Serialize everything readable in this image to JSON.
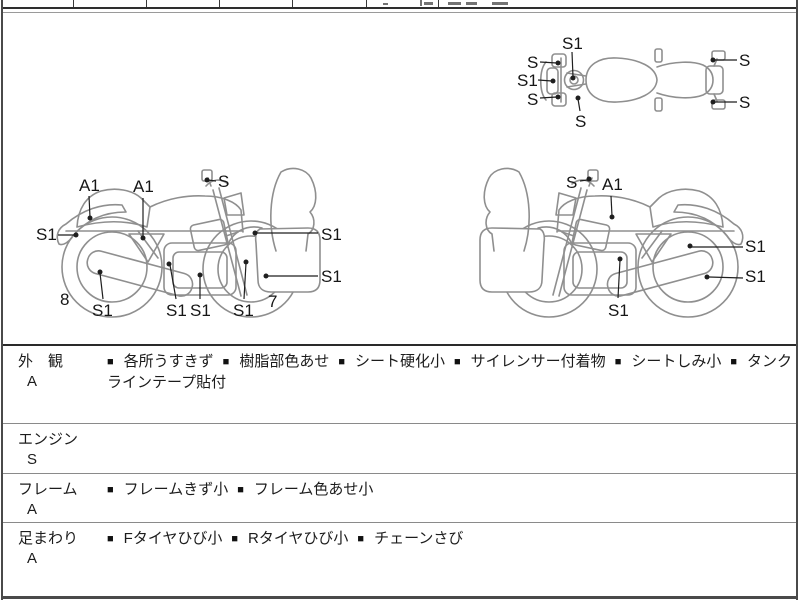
{
  "top_row": {
    "cell_count": 7,
    "clipped": true
  },
  "diagram": {
    "top_view": {
      "labels": [
        {
          "text": "S1"
        },
        {
          "text": "S"
        },
        {
          "text": "S1"
        },
        {
          "text": "S"
        },
        {
          "text": "S"
        },
        {
          "text": "S"
        },
        {
          "text": "S"
        }
      ]
    },
    "left_view": {
      "labels": [
        {
          "text": "A1"
        },
        {
          "text": "A1"
        },
        {
          "text": "S"
        },
        {
          "text": "S1"
        },
        {
          "text": "S1"
        },
        {
          "text": "S1"
        },
        {
          "text": "S1"
        },
        {
          "text": "S1"
        },
        {
          "text": "S1"
        },
        {
          "text": "S1"
        }
      ],
      "numbers": [
        {
          "text": "8"
        },
        {
          "text": "7"
        }
      ]
    },
    "right_view": {
      "labels": [
        {
          "text": "S"
        },
        {
          "text": "A1"
        },
        {
          "text": "S1"
        },
        {
          "text": "S1"
        },
        {
          "text": "S1"
        }
      ]
    }
  },
  "table": {
    "bullet": "■",
    "rows": [
      {
        "category": "外　観",
        "grade": "A",
        "items": [
          "各所うすきず",
          "樹脂部色あせ",
          "シート硬化小",
          "サイレンサー付着物",
          "シートしみ小",
          "タンクラインテープ貼付"
        ]
      },
      {
        "category": "エンジン",
        "grade": "S",
        "items": []
      },
      {
        "category": "フレーム",
        "grade": "A",
        "items": [
          "フレームきず小",
          "フレーム色あせ小"
        ]
      },
      {
        "category": "足まわり",
        "grade": "A",
        "items": [
          "Fタイヤひび小",
          "Rタイヤひび小",
          "チェーンさび"
        ]
      }
    ]
  },
  "colors": {
    "line_art": "#8f8f8f",
    "leader": "#1f1f1f",
    "label_text": "#161616",
    "border_dark": "#2a2a2a",
    "border_light": "#8a8a8a"
  }
}
